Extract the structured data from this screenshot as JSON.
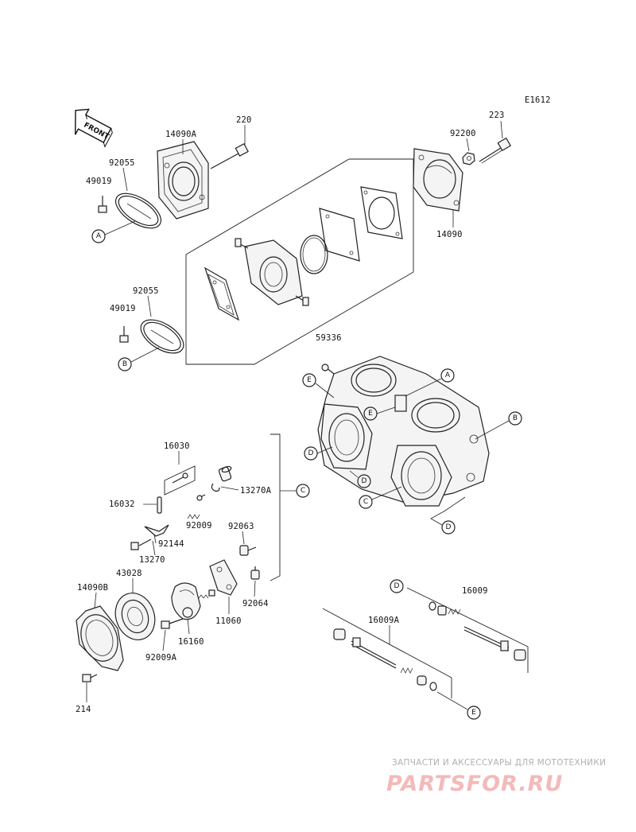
{
  "diagram_code": "E1612",
  "front_label": "FRONT",
  "part_numbers": {
    "p220": "220",
    "p14090A": "14090A",
    "p92055a": "92055",
    "p49019a": "49019",
    "p92200": "92200",
    "p223": "223",
    "p14090": "14090",
    "p92055b": "92055",
    "p49019b": "49019",
    "p59336": "59336",
    "p16030": "16030",
    "p13270A": "13270A",
    "p16032": "16032",
    "p92009": "92009",
    "p92063": "92063",
    "p92144": "92144",
    "p13270": "13270",
    "p14090B": "14090B",
    "p43028": "43028",
    "p92064": "92064",
    "p11060": "11060",
    "p16160": "16160",
    "p92009A": "92009A",
    "p214": "214",
    "p16009": "16009",
    "p16009A": "16009A"
  },
  "reference_markers": {
    "A1": "A",
    "A2": "A",
    "B1": "B",
    "B2": "B",
    "C1": "C",
    "C2": "C",
    "D1": "D",
    "D2": "D",
    "D3": "D",
    "D4": "D",
    "E1": "E",
    "E2": "E",
    "E3": "E"
  },
  "watermark": {
    "tagline": "ЗАПЧАСТИ И АКСЕССУАРЫ ДЛЯ МОТОТЕХНИКИ",
    "brand": "PARTSFOR.RU",
    "color": "#f4b9b9"
  }
}
